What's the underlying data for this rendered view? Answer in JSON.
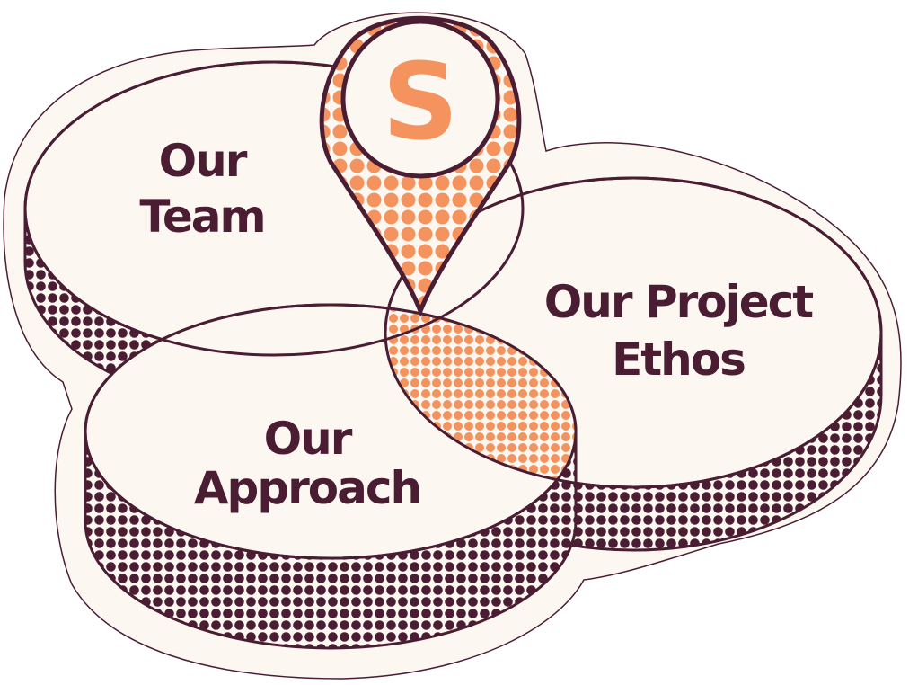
{
  "colors": {
    "ink": "#4a1d32",
    "cream": "#fcf7f1",
    "accent": "#f5935e",
    "paper": "#ffffff"
  },
  "diagram": {
    "type": "venn",
    "sets": [
      {
        "id": "team",
        "line1": "Our",
        "line2": "Team"
      },
      {
        "id": "ethos",
        "line1": "Our Project",
        "line2": "Ethos"
      },
      {
        "id": "approach",
        "line1": "Our",
        "line2": "Approach"
      }
    ],
    "center_marker": {
      "icon": "map-pin-icon",
      "letter": "S"
    }
  }
}
